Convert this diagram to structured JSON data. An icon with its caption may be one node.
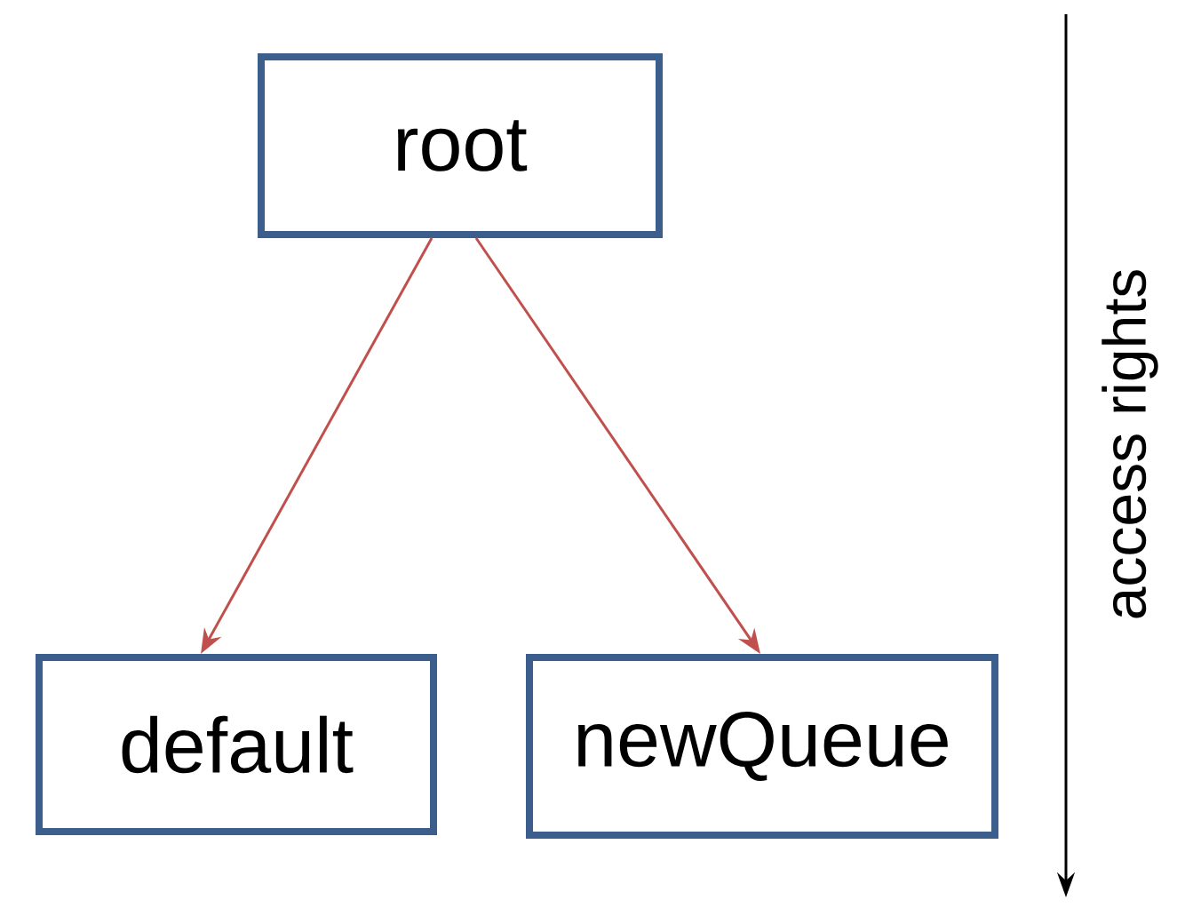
{
  "diagram": {
    "nodes": [
      {
        "text": [
          "root"
        ]
      },
      {
        "text": [
          "default"
        ]
      },
      {
        "text": [
          "newQueue"
        ]
      }
    ],
    "edges": [
      {
        "from": 0,
        "to": 1,
        "arrow": "to"
      },
      {
        "from": 0,
        "to": 2,
        "arrow": "to"
      }
    ],
    "labels": [
      "access rights"
    ]
  }
}
